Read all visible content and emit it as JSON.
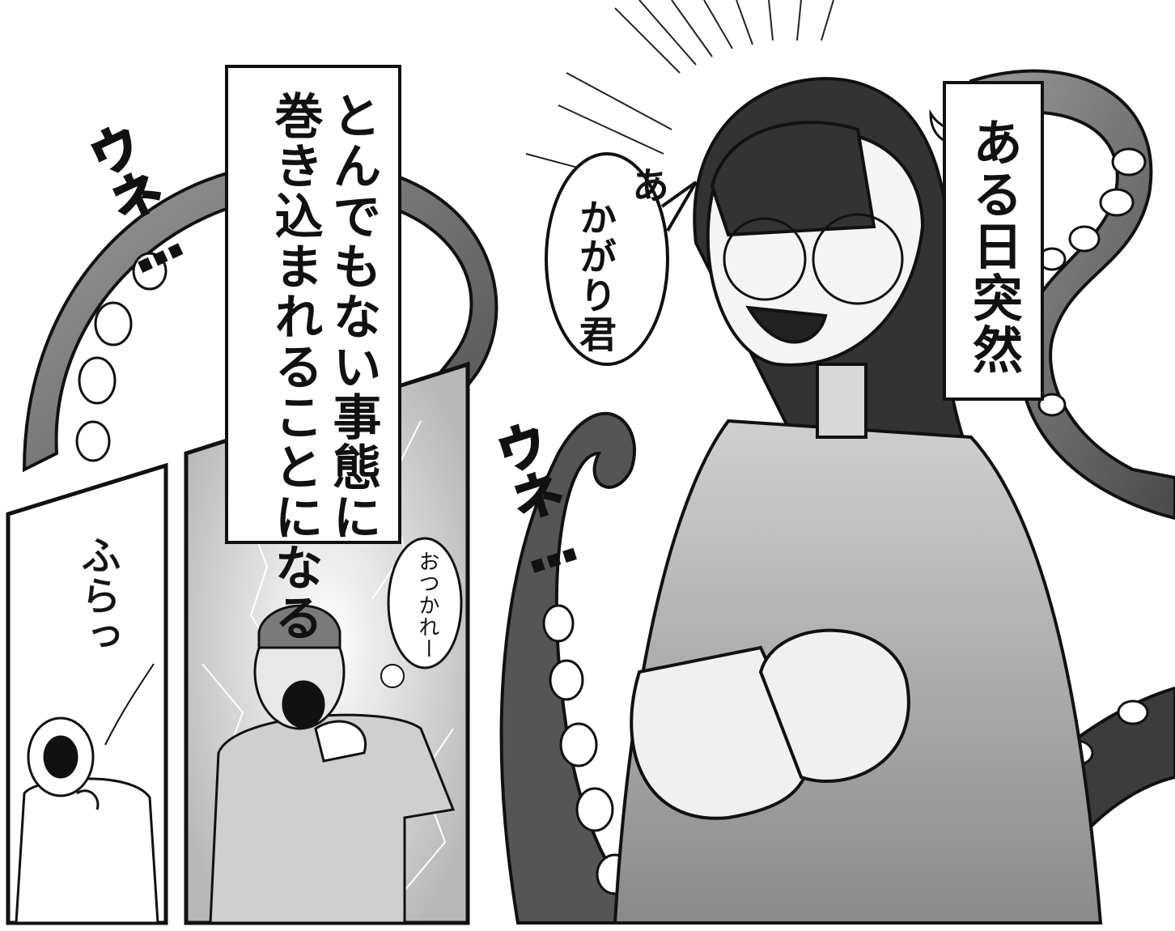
{
  "panels": {
    "left_panel": {
      "sfx": "ふらっ"
    },
    "middle_panel": {
      "speech": "おつかれー"
    },
    "right_panel": {
      "speech_line1": "あ",
      "speech_line2": "かがり君",
      "caption": "ある日突然",
      "sfx": "ウネ…"
    }
  },
  "caption_top": {
    "line1": "とんでもない事態に",
    "line2": "巻き込まれることになる"
  },
  "sfx_top_left": "ウネ…"
}
